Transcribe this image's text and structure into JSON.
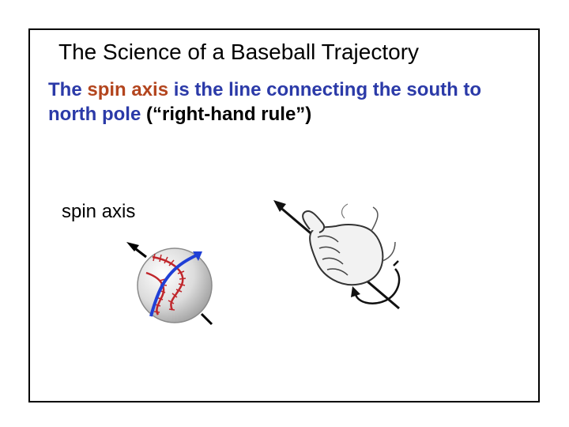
{
  "title": "The Science of a Baseball Trajectory",
  "subtitle": {
    "part1": "The ",
    "part2": "spin axis",
    "part3": " is the line connecting the south to north pole ",
    "part4": "(“right-hand rule”)"
  },
  "ball_label": "spin axis",
  "colors": {
    "blue_text": "#2b3aa8",
    "highlight_text": "#b3451e",
    "stitches": "#c0262b",
    "spin_arrow": "#1f3fd6",
    "ball": "#d9d9d9"
  }
}
